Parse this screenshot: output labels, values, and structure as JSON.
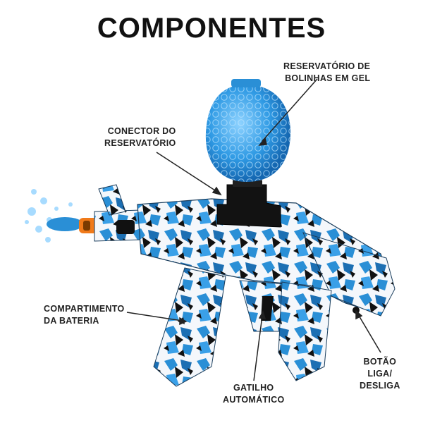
{
  "title": "COMPONENTES",
  "labels": {
    "reservoir": [
      "RESERVATÓRIO DE",
      "BOLINHAS EM GEL"
    ],
    "connector": [
      "CONECTOR DO",
      "RESERVATÓRIO"
    ],
    "battery": [
      "COMPARTIMENTO",
      "DA BATERIA"
    ],
    "trigger": [
      "GATILHO",
      "AUTOMÁTICO"
    ],
    "power": [
      "BOTÃO",
      "LIGA/",
      "DESLIGA"
    ]
  },
  "colors": {
    "blue": "#2a8fd6",
    "dark": "#111111",
    "orange": "#f07a1a",
    "gel": "#3aa8ec"
  }
}
